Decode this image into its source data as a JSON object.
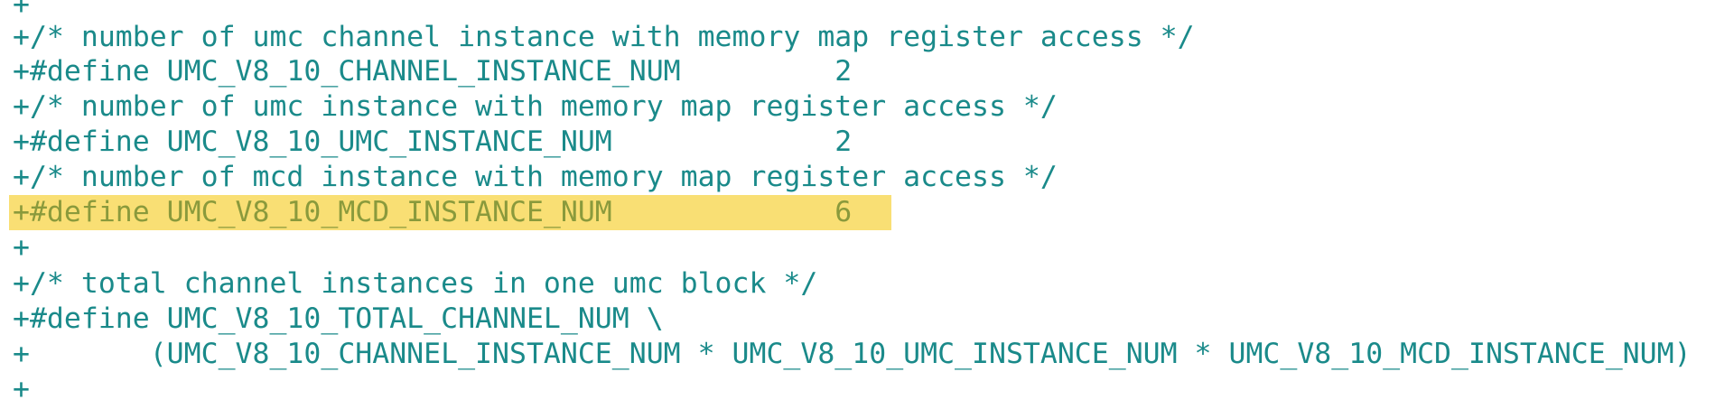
{
  "highlight_color": "#f9df74",
  "text_color": "#1a8a8a",
  "highlighted_text_color": "#8a9a3c",
  "lines": [
    "+",
    "+/* number of umc channel instance with memory map register access */",
    "+#define UMC_V8_10_CHANNEL_INSTANCE_NUM         2",
    "+/* number of umc instance with memory map register access */",
    "+#define UMC_V8_10_UMC_INSTANCE_NUM             2",
    "+/* number of mcd instance with memory map register access */",
    "+#define UMC_V8_10_MCD_INSTANCE_NUM             6",
    "+",
    "+/* total channel instances in one umc block */",
    "+#define UMC_V8_10_TOTAL_CHANNEL_NUM \\",
    "+       (UMC_V8_10_CHANNEL_INSTANCE_NUM * UMC_V8_10_UMC_INSTANCE_NUM * UMC_V8_10_MCD_INSTANCE_NUM)",
    "+"
  ],
  "highlighted_line_index": 6
}
